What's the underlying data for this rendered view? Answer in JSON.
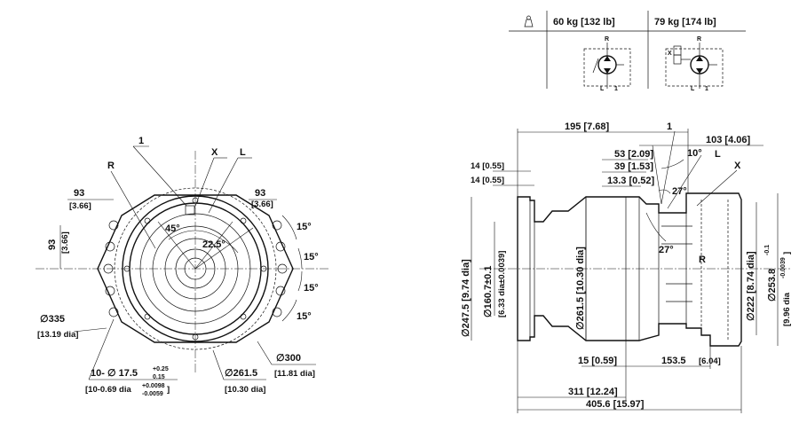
{
  "weights": {
    "col1": "60 kg [132 lb]",
    "col2": "79 kg  [174 lb]",
    "symbol": "weight-icon"
  },
  "hydraulic": {
    "port_r": "R",
    "port_l": "L",
    "port_1": "1",
    "port_x": "X"
  },
  "front_view": {
    "label_1": "1",
    "label_x": "X",
    "label_l": "L",
    "label_r": "R",
    "d93_left": "93",
    "d93_left_in": "[3.66]",
    "d93_right": "93",
    "d93_right_in": "[3.66]",
    "d93_vert": "93",
    "d93_vert_in": "[3.66]",
    "ang45": "45°",
    "ang225": "22.5°",
    "ang15_a": "15°",
    "ang15_b": "15°",
    "ang15_c": "15°",
    "ang15_d": "15°",
    "d335": "∅335",
    "d335_in": "[13.19 dia]",
    "holes": "10- ∅ 17.5",
    "holes_tol_up": "+0.25",
    "holes_tol_lo": "0.15",
    "holes_in": "[10-0.69 dia",
    "holes_in_tol_up": "+0.0098",
    "holes_in_tol_lo": "-0.0059",
    "holes_in_close": "]",
    "d2615": "∅261.5",
    "d2615_in": "[10.30 dia]",
    "d300": "∅300",
    "d300_in": "[11.81 dia]"
  },
  "side_view": {
    "d195": "195 [7.68]",
    "label_1": "1",
    "d103": "103 [4.06]",
    "d53": "53 [2.09]",
    "ang10": "10°",
    "label_l": "L",
    "d39": "39 [1.53]",
    "label_x": "X",
    "d14a": "14 [0.55]",
    "d14b": "14 [0.55]",
    "d133": "13.3 [0.52]",
    "ang27a": "27°",
    "ang27b": "27°",
    "label_r": "R",
    "d2475": "∅247.5 [9.74 dia]",
    "d1607": "∅160.7±0.1",
    "d1607_in": "[6.33 dia±0.0039]",
    "d2615": "∅261.5 [10.30 dia]",
    "d222": "∅222 [8.74 dia]",
    "d2538": "∅253.8",
    "d2538_tol": "-0.1",
    "d2538_in": "[9.96 dia",
    "d2538_in_tol": "-0.0039",
    "d2538_in_close": "]",
    "d15": "15 [0.59]",
    "d1535": "153.5",
    "d1535_in": "[6.04]",
    "d311": "311 [12.24]",
    "d4056": "405.6 [15.97]"
  }
}
